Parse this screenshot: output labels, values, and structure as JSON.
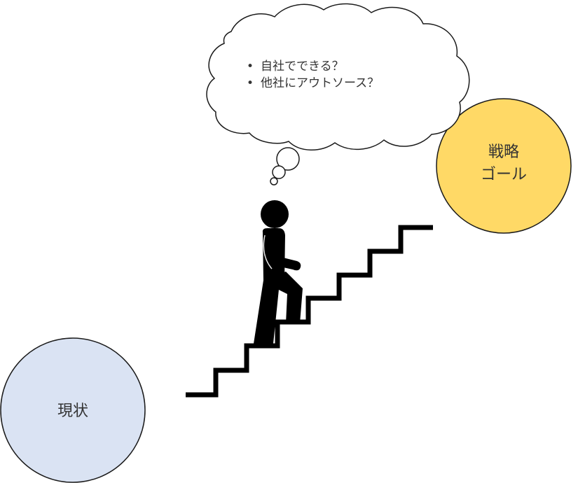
{
  "current_state": {
    "label": "現状",
    "fill": "#dae3f3",
    "stroke": "#1a1a1a"
  },
  "goal": {
    "line1": "戦略",
    "line2": "ゴール",
    "fill": "#ffd966",
    "stroke": "#1a1a1a"
  },
  "thought_bubble": {
    "items": [
      "自社でできる？",
      "他社にアウトソース？"
    ],
    "bullet": "•"
  },
  "figure": {
    "icon": "person-climbing-stairs-icon",
    "color": "#000000"
  },
  "stairs": {
    "icon": "staircase-icon",
    "color": "#000000"
  }
}
